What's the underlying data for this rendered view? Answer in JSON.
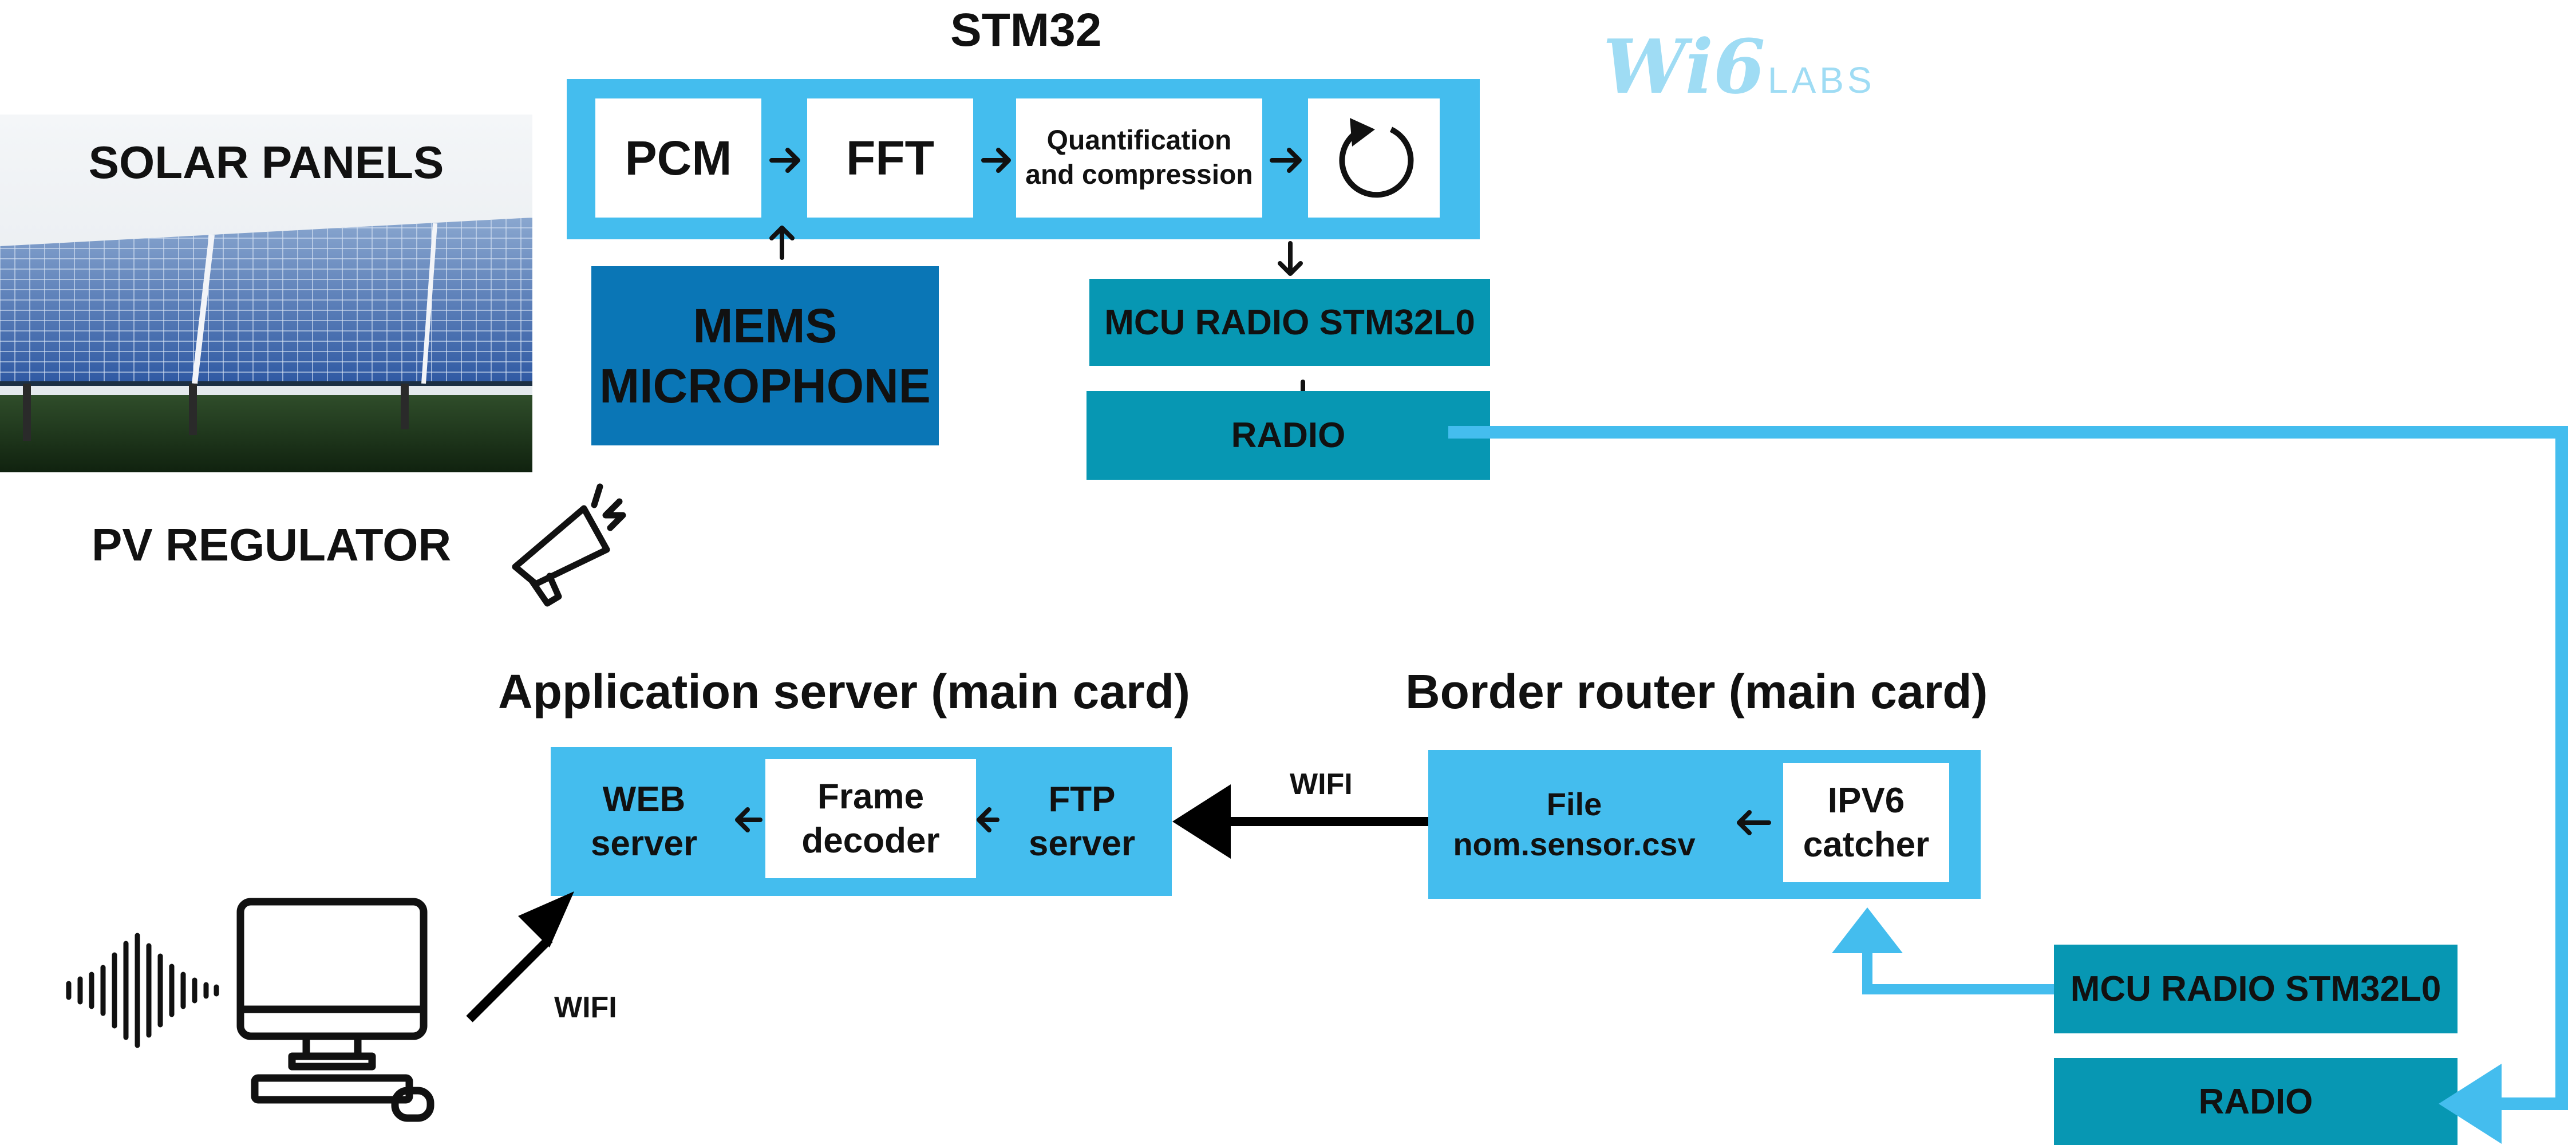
{
  "header": {
    "stm32_title": "STM32",
    "logo_text": "Wi6",
    "logo_subtext": "LABS"
  },
  "stm32_chain": {
    "pcm": "PCM",
    "fft": "FFT",
    "quant_line1": "Quantification",
    "quant_line2": "and compression",
    "loop_icon": "refresh-icon"
  },
  "sensor_side": {
    "solar_panels": "SOLAR PANELS",
    "mems_line1": "MEMS",
    "mems_line2": "MICROPHONE",
    "mcu_radio_top": "MCU RADIO STM32L0",
    "radio_top": "RADIO",
    "pv_regulator": "PV REGULATOR",
    "megaphone_icon": "megaphone-icon"
  },
  "app_server": {
    "title": "Application server (main card)",
    "web_line1": "WEB",
    "web_line2": "server",
    "frame_line1": "Frame",
    "frame_line2": "decoder",
    "ftp_line1": "FTP",
    "ftp_line2": "server"
  },
  "border_router": {
    "title": "Border router (main card)",
    "file_line1": "File",
    "file_line2": "nom.sensor.csv",
    "ipv6_line1": "IPV6",
    "ipv6_line2": "catcher",
    "mcu_radio_bottom": "MCU RADIO STM32L0",
    "radio_bottom": "RADIO"
  },
  "links": {
    "wifi_router": "WIFI",
    "wifi_pc": "WIFI"
  },
  "client": {
    "computer_icon": "computer-icon",
    "soundwave_icon": "soundwave-icon"
  },
  "colors": {
    "light_blue": "#44bdee",
    "teal": "#0797b3",
    "dark_blue": "#0a76b6",
    "logo": "#9fdcf4"
  }
}
